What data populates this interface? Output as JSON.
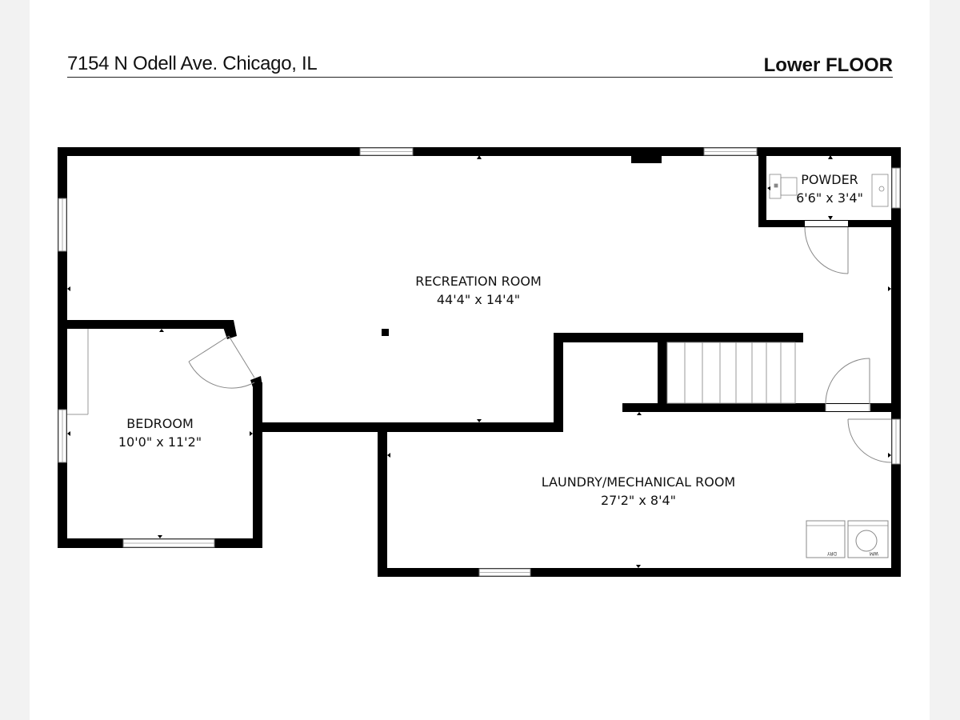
{
  "header": {
    "address": "7154 N Odell Ave. Chicago, IL",
    "floor_prefix": "Lower",
    "floor_suffix": "FLOOR"
  },
  "rooms": {
    "recreation": {
      "name": "RECREATION ROOM",
      "dims": "44'4\" x 14'4\""
    },
    "powder": {
      "name": "POWDER",
      "dims": "6'6\" x 3'4\""
    },
    "bedroom": {
      "name": "BEDROOM",
      "dims": "10'0\" x 11'2\""
    },
    "laundry": {
      "name": "LAUNDRY/MECHANICAL ROOM",
      "dims": "27'2\" x 8'4\""
    }
  },
  "appliances": {
    "dryer": "DRY",
    "washer": "WM"
  }
}
